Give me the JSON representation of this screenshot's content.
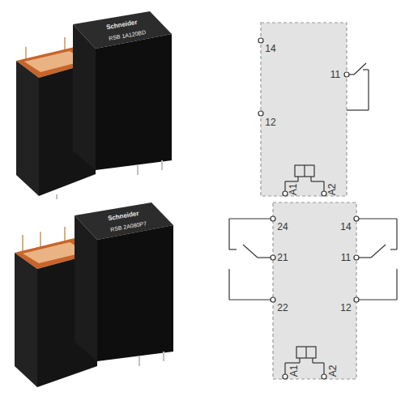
{
  "diagram": {
    "labels": [
      "14",
      "11",
      "12",
      "A1",
      "A2",
      "24",
      "21",
      "22",
      "14",
      "11",
      "12",
      "A1",
      "A2",
      "Schneider",
      "RSB 1A120BD",
      "Schneider",
      "RSB 2A080P7"
    ]
  }
}
